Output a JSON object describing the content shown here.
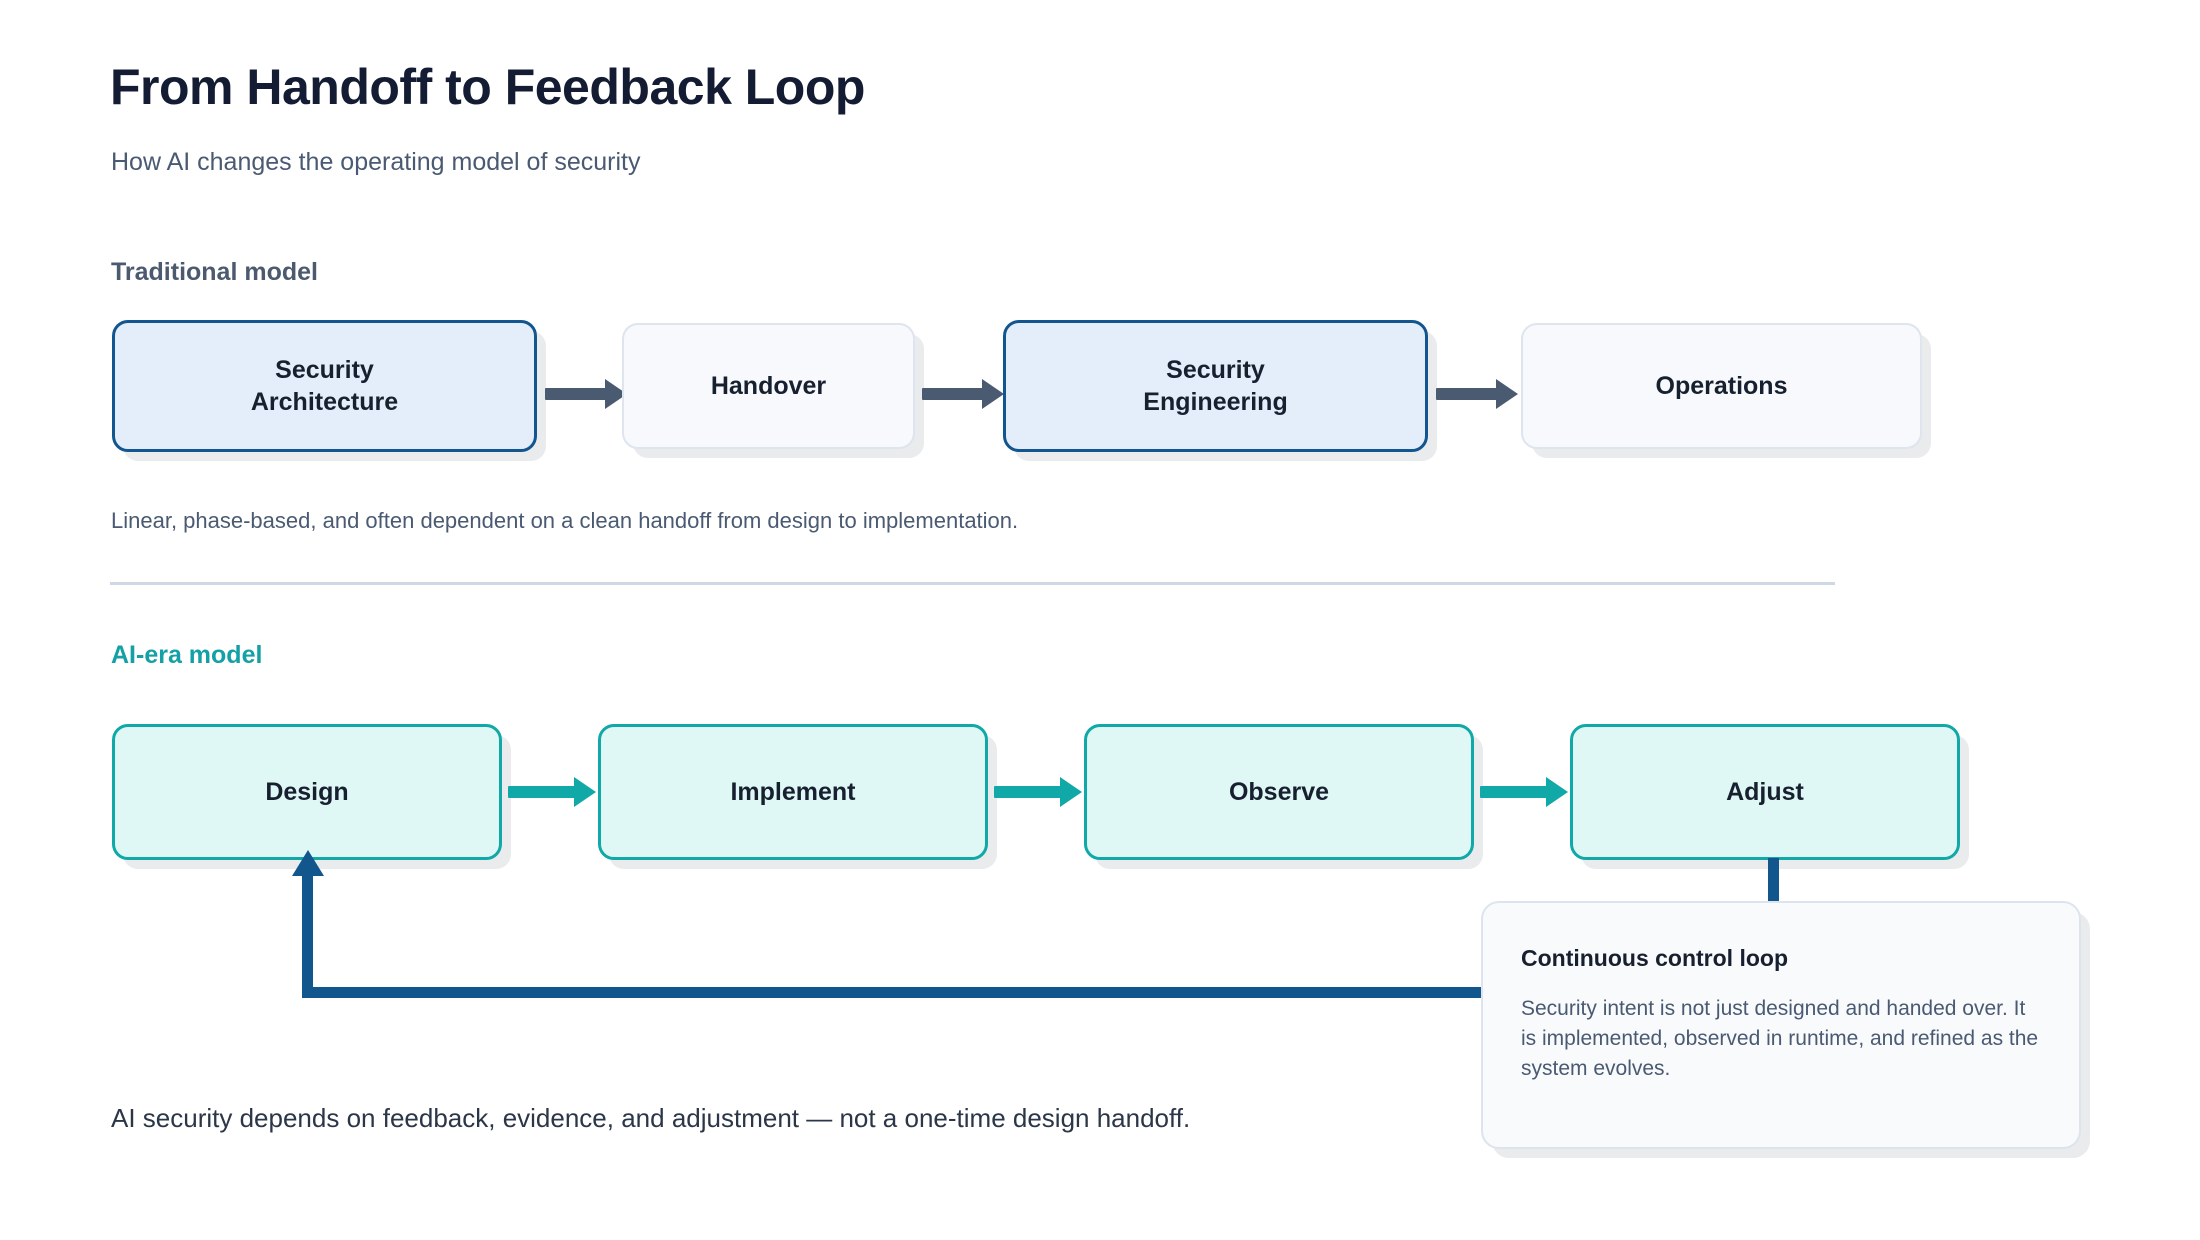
{
  "header": {
    "title": "From Handoff to Feedback Loop",
    "subtitle": "How AI changes the operating model of security"
  },
  "traditional": {
    "heading": "Traditional model",
    "caption": "Linear, phase-based, and often dependent on a clean handoff from design to implementation.",
    "nodes": [
      {
        "label": "Security\nArchitecture",
        "style": "accent"
      },
      {
        "label": "Handover",
        "style": "muted"
      },
      {
        "label": "Security\nEngineering",
        "style": "accent"
      },
      {
        "label": "Operations",
        "style": "muted"
      }
    ]
  },
  "ai_era": {
    "heading": "AI-era model",
    "caption": "AI security depends on feedback, evidence, and adjustment — not a one-time design handoff.",
    "nodes": [
      {
        "label": "Design",
        "style": "teal"
      },
      {
        "label": "Implement",
        "style": "teal"
      },
      {
        "label": "Observe",
        "style": "teal"
      },
      {
        "label": "Adjust",
        "style": "teal"
      }
    ]
  },
  "callout": {
    "title": "Continuous control loop",
    "body": "Security intent is not just designed and handed over. It is implemented, observed in runtime, and refined as the system evolves."
  },
  "colors": {
    "title": "#131c33",
    "subtitle": "#4a5a72",
    "traditional_heading": "#4c5a70",
    "ai_heading": "#14a0a5",
    "accent_fill": "#e4eefa",
    "accent_border": "#12558f",
    "muted_fill": "#f7f9fc",
    "muted_border": "#dee5ef",
    "teal_fill": "#e0f8f5",
    "teal_border": "#11a8a8",
    "arrow_slate": "#4a5a70",
    "arrow_teal": "#11a8a8",
    "loop_navy": "#12568e",
    "divider": "#ced8e6"
  }
}
